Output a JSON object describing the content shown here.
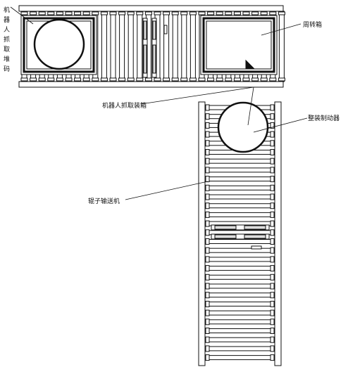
{
  "labels": {
    "palletizing_robot": [
      "机",
      "器",
      "人",
      "抓",
      "取",
      "堆",
      "码"
    ],
    "turnover_box": "周转箱",
    "robot_pick_box": "机器人抓取装箱",
    "packing_brake": "整装制动器",
    "roller_conveyor": "辊子输送机"
  },
  "colors": {
    "line": "#111111",
    "background": "#ffffff"
  }
}
